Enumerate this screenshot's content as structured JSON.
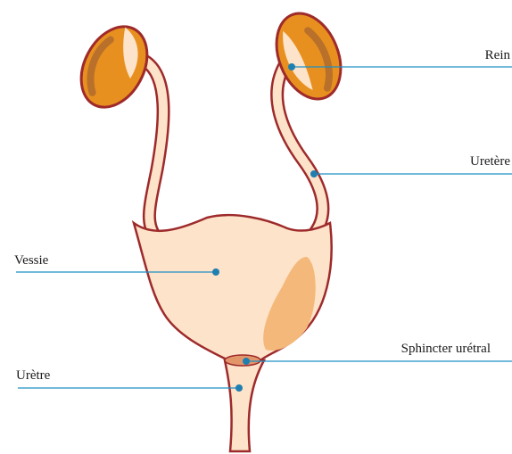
{
  "labels": {
    "rein": "Rein",
    "uretere": "Uretère",
    "vessie": "Vessie",
    "sphincter": "Sphincter urétral",
    "uretre": "Urètre"
  },
  "colors": {
    "outline": "#9e2a2b",
    "tissue": "#fde3c9",
    "kidney_orange": "#e8901f",
    "kidney_dark": "#b8702a",
    "bladder_shade": "#f4b97a",
    "leader_line": "#1f8fc4",
    "dot": "#1f7fb0",
    "sphincter": "#e3956a"
  }
}
